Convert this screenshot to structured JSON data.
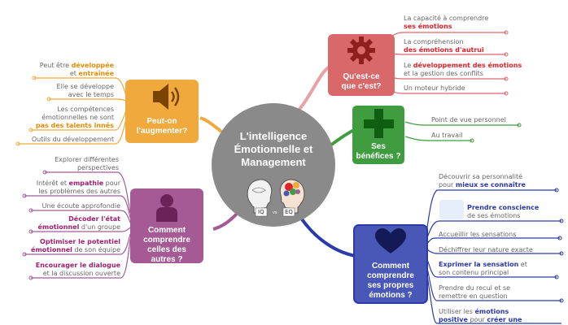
{
  "center": {
    "title_lines": [
      "L'intelligence",
      "Émotionnelle et",
      "Management"
    ],
    "iq_label": "IQ",
    "vs_label": "vs",
    "eq_label": "EQ"
  },
  "colors": {
    "center": "#8a8a8a",
    "red": "#d9686a",
    "green": "#3f9c3f",
    "blue": "#4957b6",
    "purple": "#a55a95",
    "orange": "#f0a93c",
    "hl_red": "#e0222a",
    "hl_blue": "#2a3aa8",
    "hl_purple": "#a0206e",
    "hl_orange": "#e98b00"
  },
  "nodes": {
    "quest": {
      "lines": [
        "Qu'est-ce",
        "que c'est?"
      ],
      "icon": "gear-icon"
    },
    "benef": {
      "lines": [
        "Ses",
        "bénéfices ?"
      ],
      "icon": "plus-icon"
    },
    "own": {
      "lines": [
        "Comment",
        "comprendre",
        "ses propres",
        "émotions ?"
      ],
      "icon": "heart-icon"
    },
    "others": {
      "lines": [
        "Comment",
        "comprendre",
        "celles des",
        "autres ?"
      ],
      "icon": "person-icon"
    },
    "augment": {
      "lines": [
        "Peut-on",
        "l'augmenter?"
      ],
      "icon": "speaker-icon"
    }
  },
  "quest_items": [
    {
      "lines": [
        [
          {
            "t": "La capacité à comprendre"
          }
        ],
        [
          {
            "t": "ses émotions",
            "h": true
          }
        ]
      ]
    },
    {
      "lines": [
        [
          {
            "t": "La compréhension"
          }
        ],
        [
          {
            "t": "des émotions d'autrui",
            "h": true
          }
        ]
      ]
    },
    {
      "lines": [
        [
          {
            "t": "Le "
          },
          {
            "t": "développement des émotions",
            "h": true
          }
        ],
        [
          {
            "t": "et la gestion des conflits"
          }
        ]
      ]
    },
    {
      "lines": [
        [
          {
            "t": "Un moteur hybride"
          }
        ]
      ]
    }
  ],
  "benef_items": [
    {
      "lines": [
        [
          {
            "t": "Point de vue personnel"
          }
        ]
      ]
    },
    {
      "lines": [
        [
          {
            "t": "Au travail"
          }
        ]
      ]
    }
  ],
  "own_items": [
    {
      "lines": [
        [
          {
            "t": "Découvrir sa personnalité"
          }
        ],
        [
          {
            "t": "pour "
          },
          {
            "t": "mieux se connaître",
            "h": true
          }
        ]
      ]
    },
    {
      "lines": [
        [
          {
            "t": "Prendre conscience",
            "h": true
          }
        ],
        [
          {
            "t": "de ses émotions"
          }
        ]
      ]
    },
    {
      "lines": [
        [
          {
            "t": "Accueillir les sensations"
          }
        ]
      ]
    },
    {
      "lines": [
        [
          {
            "t": "Déchiffrer leur nature exacte"
          }
        ]
      ]
    },
    {
      "lines": [
        [
          {
            "t": "Exprimer la sensation",
            "h": true
          },
          {
            "t": " et"
          }
        ],
        [
          {
            "t": "son contenu principal"
          }
        ]
      ]
    },
    {
      "lines": [
        [
          {
            "t": "Prendre du recul et se"
          }
        ],
        [
          {
            "t": "remettre en question"
          }
        ]
      ]
    },
    {
      "lines": [
        [
          {
            "t": "Utiliser les "
          },
          {
            "t": "émotions",
            "h": true
          }
        ],
        [
          {
            "t": "positive",
            "h": true
          },
          {
            "t": " pour "
          },
          {
            "t": "créer une",
            "h": true
          }
        ]
      ]
    }
  ],
  "others_items": [
    {
      "lines": [
        [
          {
            "t": "Explorer différentes"
          }
        ],
        [
          {
            "t": "perspectives"
          }
        ]
      ]
    },
    {
      "lines": [
        [
          {
            "t": "Intérêt et "
          },
          {
            "t": "empathie",
            "h": true
          },
          {
            "t": " pour"
          }
        ],
        [
          {
            "t": "les problèmes des autres"
          }
        ]
      ]
    },
    {
      "lines": [
        [
          {
            "t": "Une écoute approfondie"
          }
        ]
      ]
    },
    {
      "lines": [
        [
          {
            "t": "Décoder l'état",
            "h": true
          }
        ],
        [
          {
            "t": "émotionnel",
            "h": true
          },
          {
            "t": " d'un groupe"
          }
        ]
      ]
    },
    {
      "lines": [
        [
          {
            "t": "Optimiser le potentiel",
            "h": true
          }
        ],
        [
          {
            "t": "émotionnel",
            "h": true
          },
          {
            "t": " de son équipe"
          }
        ]
      ]
    },
    {
      "lines": [
        [
          {
            "t": "Encourager le dialogue",
            "h": true
          }
        ],
        [
          {
            "t": "et la discussion ouverte"
          }
        ]
      ]
    }
  ],
  "augment_items": [
    {
      "lines": [
        [
          {
            "t": "Peut être "
          },
          {
            "t": "développée",
            "h": true
          }
        ],
        [
          {
            "t": "et "
          },
          {
            "t": "entraînée",
            "h": true
          }
        ]
      ]
    },
    {
      "lines": [
        [
          {
            "t": "Elle se développe"
          }
        ],
        [
          {
            "t": "avec le temps"
          }
        ]
      ]
    },
    {
      "lines": [
        [
          {
            "t": "Les compétences"
          }
        ],
        [
          {
            "t": "émotionnelles ne sont"
          }
        ],
        [
          {
            "t": "pas des talents innés",
            "h": true
          }
        ]
      ]
    },
    {
      "lines": [
        [
          {
            "t": "Outils du développement"
          }
        ]
      ]
    }
  ]
}
